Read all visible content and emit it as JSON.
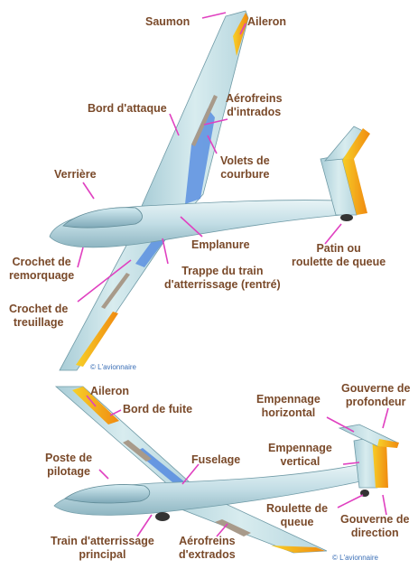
{
  "colors": {
    "label": "#7a4a2a",
    "leader_line": "#e040c0",
    "fuselage": "#c6e0e8",
    "aileron_control_surface": "#f5b020",
    "airbrake": "#a89a8a",
    "flap": "#5b8fe0",
    "copyright": "#3b6fb6"
  },
  "top_view": {
    "copyright": "© L'avionnaire",
    "labels": {
      "saumon": "Saumon",
      "aileron": "Aileron",
      "bord_attaque": "Bord d'attaque",
      "aerofreins_intrados": "Aérofreins\nd'intrados",
      "volets_courbure": "Volets de\ncourbure",
      "verriere": "Verrière",
      "emplanure": "Emplanure",
      "patin_roulette": "Patin ou\nroulette de queue",
      "crochet_remorquage": "Crochet de\nremorquage",
      "trappe_train": "Trappe du train\nd'atterrissage (rentré)",
      "crochet_treuillage": "Crochet de\ntreuillage"
    }
  },
  "bottom_view": {
    "copyright": "© L'avionnaire",
    "labels": {
      "aileron": "Aileron",
      "bord_fuite": "Bord de fuite",
      "empennage_horizontal": "Empennage\nhorizontal",
      "gouverne_profondeur": "Gouverne de\nprofondeur",
      "poste_pilotage": "Poste de\npilotage",
      "fuselage": "Fuselage",
      "empennage_vertical": "Empennage\nvertical",
      "roulette_queue": "Roulette de\nqueue",
      "gouverne_direction": "Gouverne de\ndirection",
      "train_principal": "Train d'atterrissage\nprincipal",
      "aerofreins_extrados": "Aérofreins\nd'extrados"
    }
  }
}
